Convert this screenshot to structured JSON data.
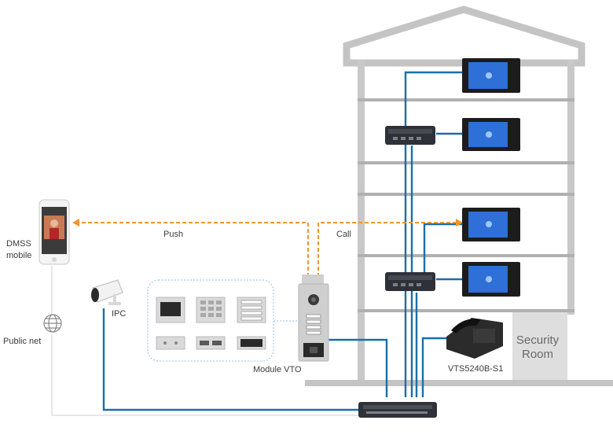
{
  "labels": {
    "dmss_line1": "DMSS",
    "dmss_line2": "mobile",
    "push": "Push",
    "call": "Call",
    "ipc": "IPC",
    "public_net": "Public net",
    "module_vto": "Module VTO",
    "vts": "VTS5240B-S1",
    "security_line1": "Security",
    "security_line2": "Room"
  },
  "colors": {
    "cable": "#1a6fa8",
    "signal": "#f0962a",
    "wall": "#c8c8c8",
    "wall_stroke": "#bdbdbd",
    "floor_line": "#a8a8a8",
    "security_room": "#dcdcdc",
    "switch": "#2e3138",
    "monitor_screen": "#2e6fd8"
  },
  "icons": [
    "smartphone-icon",
    "globe-icon",
    "camera-icon",
    "monitor-icon",
    "switch-icon",
    "desk-phone-icon",
    "vto-panel-icon"
  ]
}
